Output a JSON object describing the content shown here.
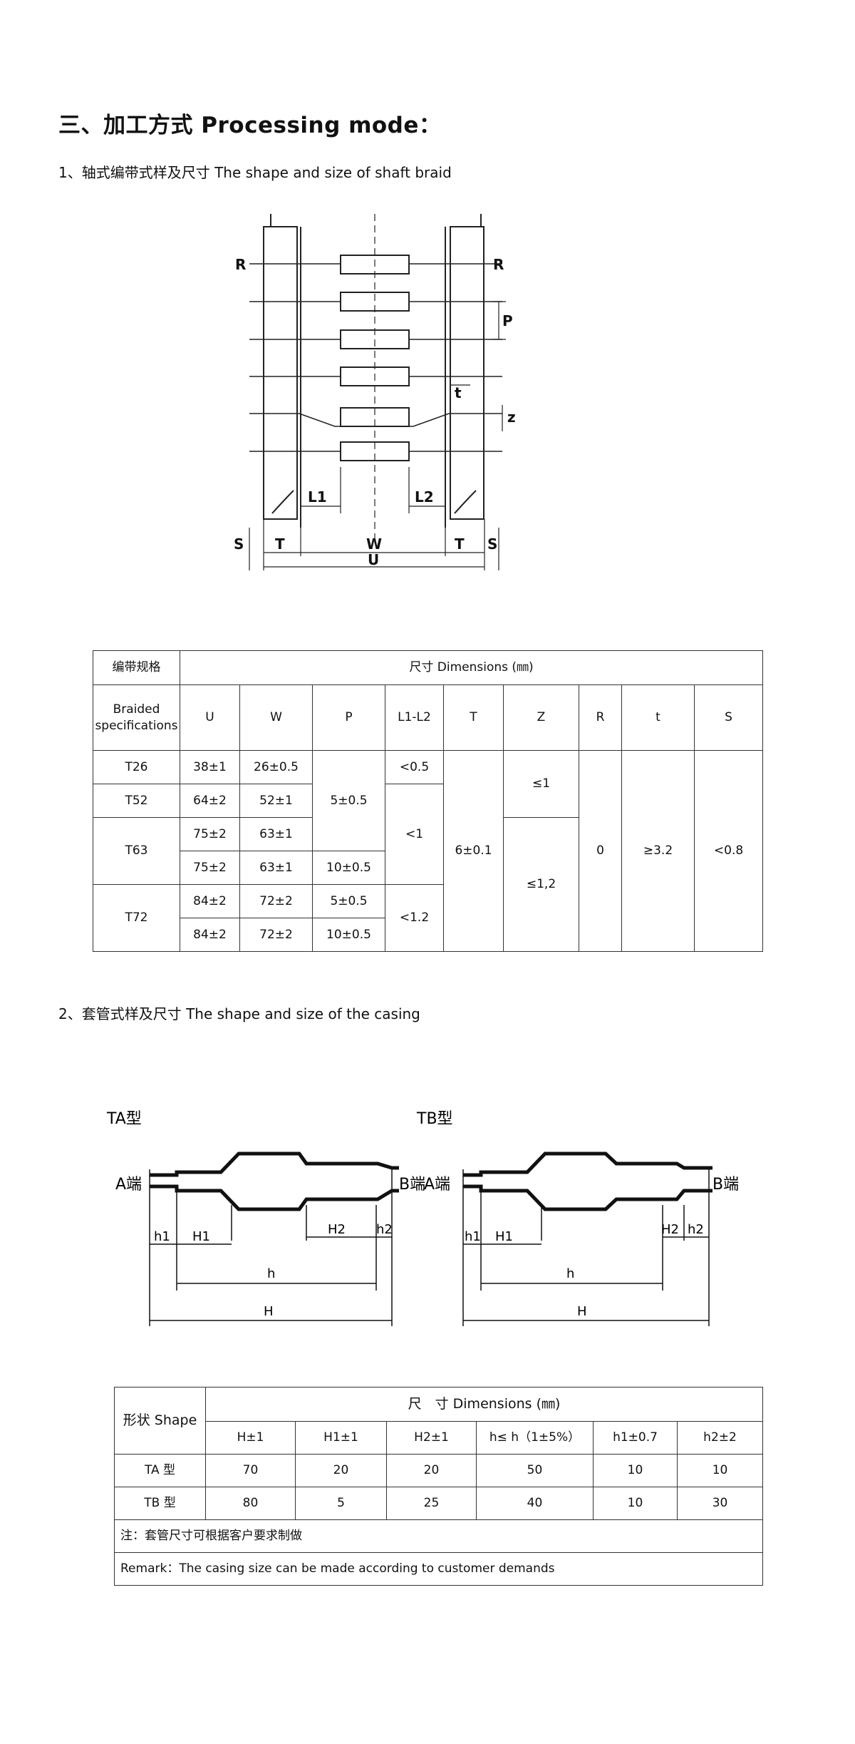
{
  "section_title": "三、加工方式 Processing mode：",
  "sub1_title": "1、轴式编带式样及尺寸 The shape and size of shaft braid",
  "sub2_title": "2、套管式样及尺寸 The shape and size of the casing",
  "braid_diagram": {
    "labels": {
      "R": "R",
      "P": "P",
      "t": "t",
      "z": "z",
      "L1": "L1",
      "L2": "L2",
      "S": "S",
      "T": "T",
      "W": "W",
      "U": "U"
    }
  },
  "braid_table": {
    "col_header_main": "编带规格",
    "col_header_sub": [
      "Braided",
      "specifications"
    ],
    "dimensions_title": "尺寸 Dimensions (㎜)",
    "columns": [
      "U",
      "W",
      "P",
      "L1-L2",
      "T",
      "Z",
      "R",
      "t",
      "S"
    ],
    "rows": [
      {
        "spec": "T26",
        "U": "38±1",
        "W": "26±0.5"
      },
      {
        "spec": "T52",
        "U": "64±2",
        "W": "52±1"
      },
      {
        "spec": "T63",
        "U": "75±2",
        "W": "63±1"
      },
      {
        "spec": "",
        "U": "75±2",
        "W": "63±1",
        "P": "10±0.5"
      },
      {
        "spec": "T72",
        "U": "84±2",
        "W": "72±2",
        "P": "5±0.5"
      },
      {
        "spec": "",
        "U": "84±2",
        "W": "72±2",
        "P": "10±0.5"
      }
    ],
    "merged": {
      "P_t26_t63": "5±0.5",
      "L1L2_t26": "<0.5",
      "L1L2_t52_t63": "<1",
      "L1L2_t72": "<1.2",
      "T_all": "6±0.1",
      "Z_top": "≤1",
      "Z_bottom": "≤1,2",
      "R_all": "0",
      "t_all": "≥3.2",
      "S_all": "<0.8"
    }
  },
  "casing_diagrams": {
    "TA": {
      "title": "TA型",
      "left_end": "A端",
      "right_end": "B端"
    },
    "TB": {
      "title": "TB型",
      "left_end": "A端",
      "right_end": "B端"
    },
    "dim_labels": {
      "h1": "h1",
      "H1": "H1",
      "H2": "H2",
      "h2": "h2",
      "h": "h",
      "H": "H"
    }
  },
  "casing_table": {
    "shape_header": "形状 Shape",
    "dimensions_title": "尺　寸 Dimensions (㎜)",
    "columns": [
      "H±1",
      "H1±1",
      "H2±1",
      "h≤ h（1±5%）",
      "h1±0.7",
      "h2±2"
    ],
    "rows": [
      {
        "shape": "TA 型",
        "values": [
          "70",
          "20",
          "20",
          "50",
          "10",
          "10"
        ]
      },
      {
        "shape": "TB 型",
        "values": [
          "80",
          "5",
          "25",
          "40",
          "10",
          "30"
        ]
      }
    ],
    "note_cn": "注：套管尺寸可根据客户要求制做",
    "note_en": "Remark：The casing size can be made according to customer demands"
  }
}
